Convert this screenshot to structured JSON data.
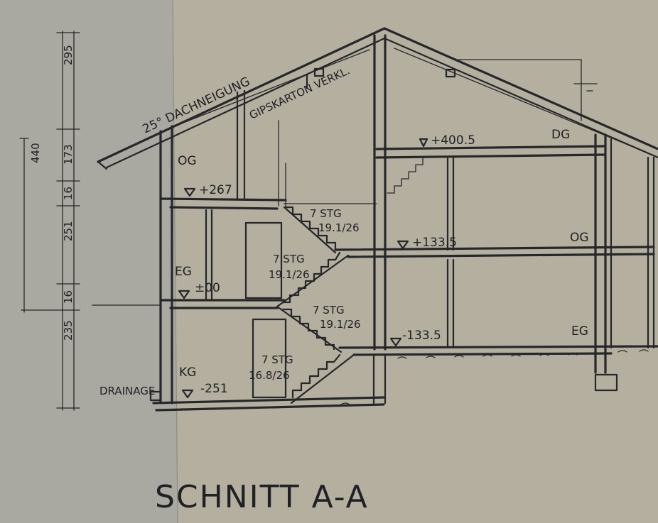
{
  "title": "SCHNITT A-A",
  "roof": {
    "pitch_label": "25° DACHNEIGUNG",
    "cladding_label": "GIPSKARTON VERKL."
  },
  "levels": {
    "dg": {
      "label": "DG",
      "elevation": "+400.5"
    },
    "og_left": {
      "label": "OG",
      "elevation": "+267"
    },
    "og_right": {
      "label": "OG",
      "elevation": "+133.5"
    },
    "eg_left": {
      "label": "EG",
      "elevation": "±00"
    },
    "eg_right": {
      "label": "EG",
      "elevation": "-133.5"
    },
    "kg": {
      "label": "KG",
      "elevation": "-251"
    }
  },
  "stairs": [
    {
      "steps": "7 STG",
      "ratio": "19.1/26"
    },
    {
      "steps": "7 STG",
      "ratio": "19.1/26"
    },
    {
      "steps": "7 STG",
      "ratio": "19.1/26"
    },
    {
      "steps": "7 STG",
      "ratio": "16.8/26"
    }
  ],
  "drainage_label": "DRAINAGE",
  "dimensions": {
    "outer": [
      "295",
      "173",
      "16",
      "251",
      "16",
      "235"
    ],
    "total": "440"
  },
  "colors": {
    "paper_left": "#aaa9a2",
    "paper_right": "#b3ae9f",
    "ink": "#26272b"
  }
}
